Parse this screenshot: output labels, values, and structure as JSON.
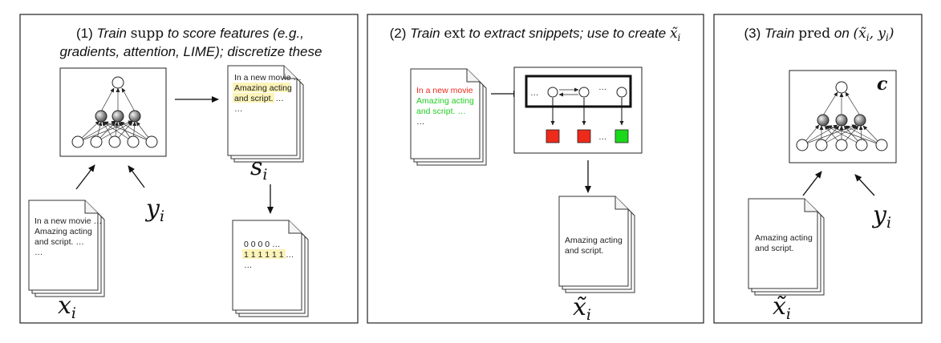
{
  "panel1": {
    "caption_line1_pre": "(1) ",
    "caption_line1_em1": "Train ",
    "caption_line1_math": "supp",
    "caption_line1_em2": " to score features (e.g.,",
    "caption_line2": "gradients, attention, LIME); discretize these",
    "doc_input": {
      "lines": [
        "In a new movie …",
        "Amazing acting",
        "and script. …",
        "…"
      ]
    },
    "doc_scores": {
      "lines": [
        "In a new movie …",
        "Amazing acting",
        "and script. …",
        "…"
      ]
    },
    "doc_binary": {
      "lines": [
        "0 0 0 0 …",
        "1 1 1 1 1 1",
        "…",
        "…"
      ]
    },
    "label_x_base": "x",
    "label_x_sub": "i",
    "label_y_base": "y",
    "label_y_sub": "i",
    "label_s_base": "s",
    "label_s_sub": "i"
  },
  "panel2": {
    "caption_pre": "(2) ",
    "caption_em1": "Train ",
    "caption_math": "ext",
    "caption_em2": " to extract snippets; use to create ",
    "caption_sym_base": "x̃",
    "caption_sym_sub": "i",
    "doc_input": {
      "lines": [
        "In a new movie",
        "Amazing acting",
        "and script. …",
        "…"
      ]
    },
    "doc_output": {
      "lines": [
        "Amazing acting",
        "and script."
      ]
    },
    "ellipsis_left": "…",
    "ellipsis_mid": "…",
    "ellipsis_right": "…",
    "ellipsis_out": "…",
    "label_xt_base": "x̃",
    "label_xt_sub": "i",
    "colors": {
      "red": "#ee2a1b",
      "green": "#1bd81b",
      "text_red": "#ee2a1b",
      "text_green": "#22cc22"
    }
  },
  "panel3": {
    "caption_pre": "(3) ",
    "caption_em1": "Train ",
    "caption_math": "pred",
    "caption_em2": " on ",
    "caption_tuple": "(x̃",
    "caption_tuple_sub": "i",
    "caption_tuple_mid": ", y",
    "caption_tuple_sub2": "i",
    "caption_tuple_end": ")",
    "model_label": "c",
    "doc_input": {
      "lines": [
        "Amazing acting",
        "and script."
      ]
    },
    "label_xt_base": "x̃",
    "label_xt_sub": "i",
    "label_y_base": "y",
    "label_y_sub": "i"
  },
  "colors": {
    "highlight": "#fbf3b8",
    "panel_border": "#222222"
  }
}
